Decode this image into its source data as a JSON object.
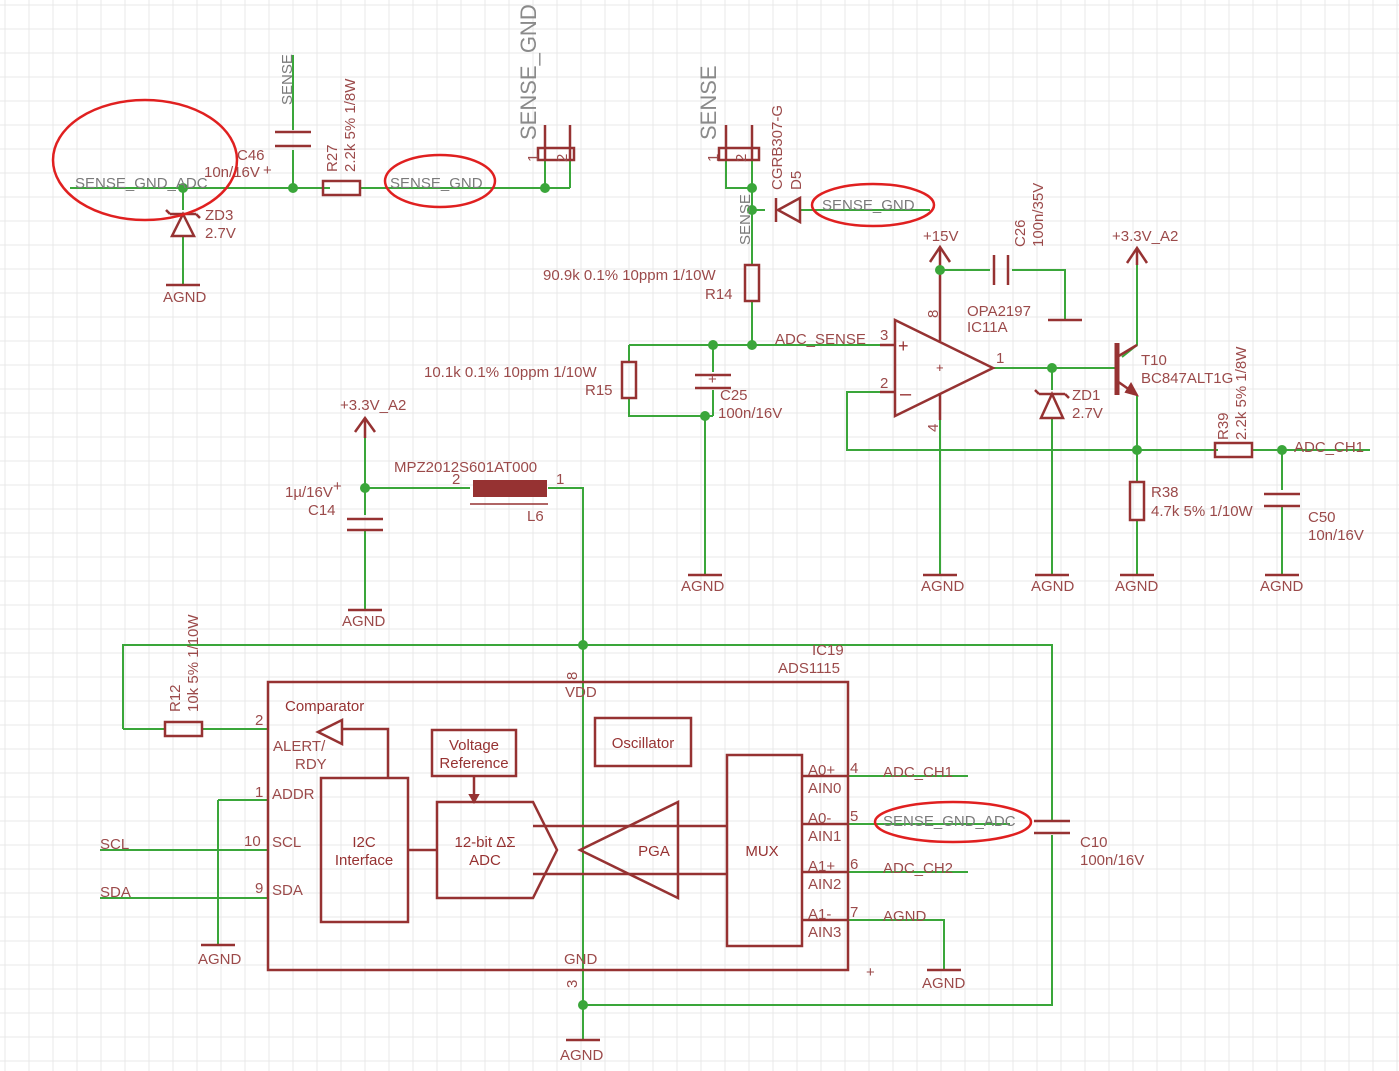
{
  "nets": {
    "sense_gnd_adc": "SENSE_GND_ADC",
    "sense_gnd": "SENSE_GND",
    "sense": "SENSE",
    "agnd": "AGND",
    "plus15v": "+15V",
    "plus33v_a2": "+3.3V_A2",
    "adc_sense": "ADC_SENSE",
    "adc_ch1": "ADC_CH1",
    "adc_ch2": "ADC_CH2",
    "scl": "SCL",
    "sda": "SDA"
  },
  "components": {
    "c46": {
      "name": "C46",
      "value": "10n/16V"
    },
    "r27": {
      "name": "R27",
      "value": "2.2k 5% 1/8W"
    },
    "zd3": {
      "name": "ZD3",
      "value": "2.7V"
    },
    "d5": {
      "name": "D5",
      "value": "CGRB307-G"
    },
    "c26": {
      "name": "C26",
      "value": "100n/35V"
    },
    "r14": {
      "name": "R14",
      "value": "90.9k 0.1% 10ppm 1/10W"
    },
    "r15": {
      "name": "R15",
      "value": "10.1k 0.1% 10ppm 1/10W"
    },
    "c25": {
      "name": "C25",
      "value": "100n/16V"
    },
    "ic11a": {
      "name": "IC11A",
      "value": "OPA2197"
    },
    "zd1": {
      "name": "ZD1",
      "value": "2.7V"
    },
    "t10": {
      "name": "T10",
      "value": "BC847ALT1G"
    },
    "r39": {
      "name": "R39",
      "value": "2.2k 5% 1/8W"
    },
    "r38": {
      "name": "R38",
      "value": "4.7k 5% 1/10W"
    },
    "c50": {
      "name": "C50",
      "value": "10n/16V"
    },
    "c14": {
      "name": "C14",
      "value": "1µ/16V"
    },
    "l6": {
      "name": "L6",
      "value": "MPZ2012S601AT000"
    },
    "r12": {
      "name": "R12",
      "value": "10k 5% 1/10W"
    },
    "ic19": {
      "name": "IC19",
      "value": "ADS1115"
    },
    "c10": {
      "name": "C10",
      "value": "100n/16V"
    }
  },
  "ic19_blocks": {
    "comparator": "Comparator",
    "voltage_reference_1": "Voltage",
    "voltage_reference_2": "Reference",
    "oscillator": "Oscillator",
    "i2c_1": "I2C",
    "i2c_2": "Interface",
    "adc_1": "12-bit ΔΣ",
    "adc_2": "ADC",
    "pga": "PGA",
    "mux": "MUX"
  },
  "ic19_pins": {
    "vdd": "VDD",
    "gnd": "GND",
    "alert": "ALERT/",
    "rdy": "RDY",
    "addr": "ADDR",
    "scl": "SCL",
    "sda": "SDA",
    "a0p": "A0+",
    "ain0": "AIN0",
    "a0m": "A0-",
    "ain1": "AIN1",
    "a1p": "A1+",
    "ain2": "AIN2",
    "a1m": "A1-",
    "ain3": "AIN3"
  },
  "pin_numbers": {
    "p1": "1",
    "p2": "2",
    "p3": "3",
    "p4": "4",
    "p5": "5",
    "p6": "6",
    "p7": "7",
    "p8": "8",
    "p9": "9",
    "p10": "10"
  },
  "annotations": {
    "polarity": "+"
  },
  "colors": {
    "wire": "#3aa63a",
    "component": "#963232",
    "highlight": "#e02020",
    "grid": "#e9e9e9"
  }
}
